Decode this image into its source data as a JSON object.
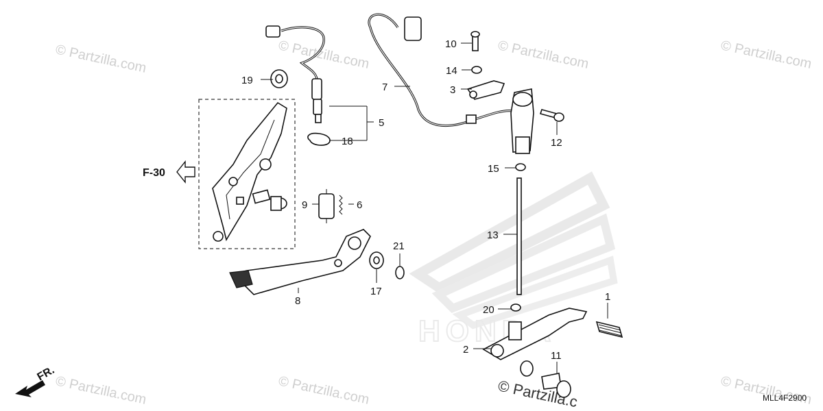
{
  "diagram": {
    "code": "MLL4F2900",
    "ref_label": "F-30",
    "direction_label": "FR.",
    "watermark": "Partzilla.com",
    "bottom_watermark": "Partzilla.c",
    "brand_watermark": "HONDA",
    "callouts": {
      "c1": "1",
      "c2": "2",
      "c3": "3",
      "c5": "5",
      "c6": "6",
      "c7": "7",
      "c8": "8",
      "c9": "9",
      "c10": "10",
      "c11": "11",
      "c12": "12",
      "c13": "13",
      "c14": "14",
      "c15": "15",
      "c17": "17",
      "c18": "18",
      "c19": "19",
      "c20": "20",
      "c21": "21"
    }
  }
}
